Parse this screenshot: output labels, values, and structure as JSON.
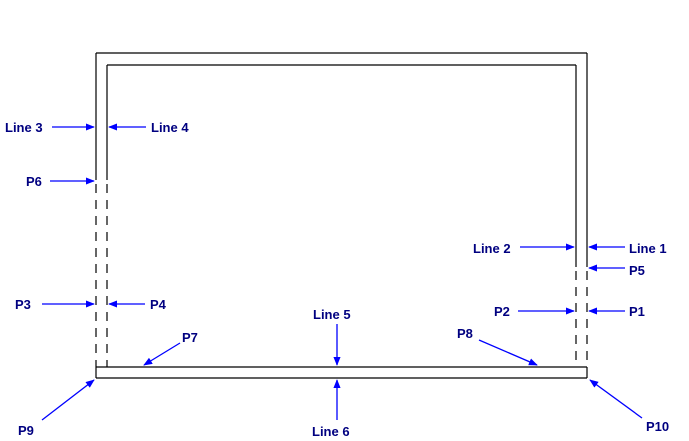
{
  "labels": {
    "line1": "Line 1",
    "line2": "Line 2",
    "line3": "Line 3",
    "line4": "Line 4",
    "line5": "Line 5",
    "line6": "Line 6",
    "p1": "P1",
    "p2": "P2",
    "p3": "P3",
    "p4": "P4",
    "p5": "P5",
    "p6": "P6",
    "p7": "P7",
    "p8": "P8",
    "p9": "P9",
    "p10": "P10"
  },
  "colors": {
    "arrow": "#0000ff",
    "label": "#000080",
    "wall": "#000000",
    "background": "#ffffff"
  }
}
